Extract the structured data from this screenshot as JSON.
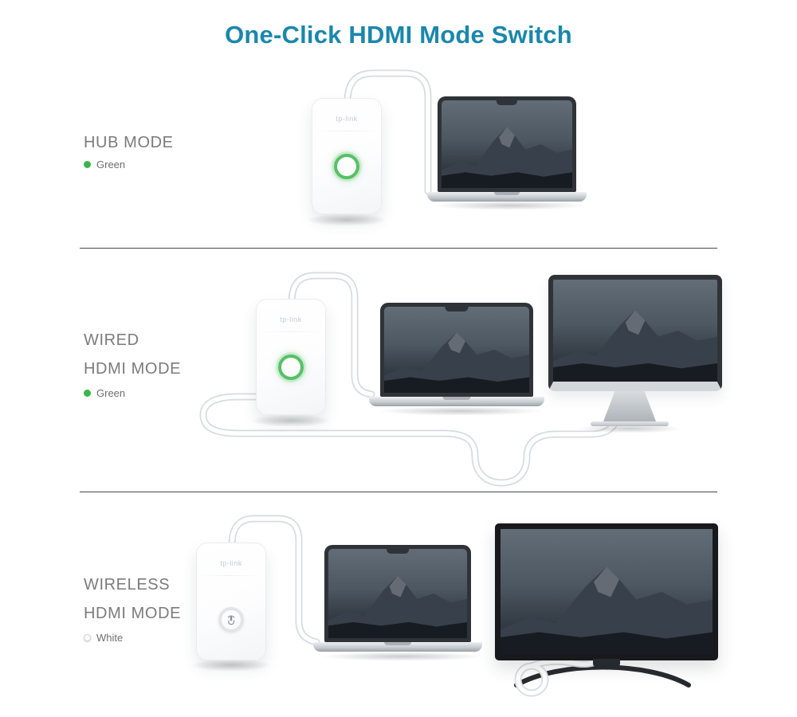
{
  "title": "One-Click HDMI Mode Switch",
  "colors": {
    "accent": "#1a87ab",
    "label": "#7b7b7b",
    "green": "#3bb54a",
    "white": "#ffffff"
  },
  "device": {
    "brand": "tp-link"
  },
  "sections": [
    {
      "name": "hub-mode",
      "lines": [
        "HUB MODE"
      ],
      "indicator": {
        "label": "Green",
        "color": "green"
      },
      "led": "green"
    },
    {
      "name": "wired-hdmi-mode",
      "lines": [
        "WIRED",
        "HDMI MODE"
      ],
      "indicator": {
        "label": "Green",
        "color": "green"
      },
      "led": "green"
    },
    {
      "name": "wireless-hdmi-mode",
      "lines": [
        "WIRELESS",
        "HDMI MODE"
      ],
      "indicator": {
        "label": "White",
        "color": "white"
      },
      "led": "white"
    }
  ]
}
